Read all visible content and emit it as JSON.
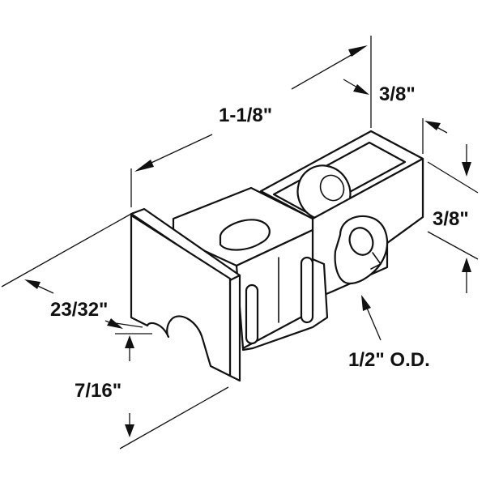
{
  "diagram": {
    "kind": "dimensioned line drawing",
    "line_color": "#111111",
    "background": "#ffffff",
    "dimensions": {
      "length": "1-1/8\"",
      "top_width": "3/8\"",
      "side_height": "3/8\"",
      "width": "23/32\"",
      "height": "7/16\"",
      "wheel": "1/2\" O.D."
    }
  }
}
